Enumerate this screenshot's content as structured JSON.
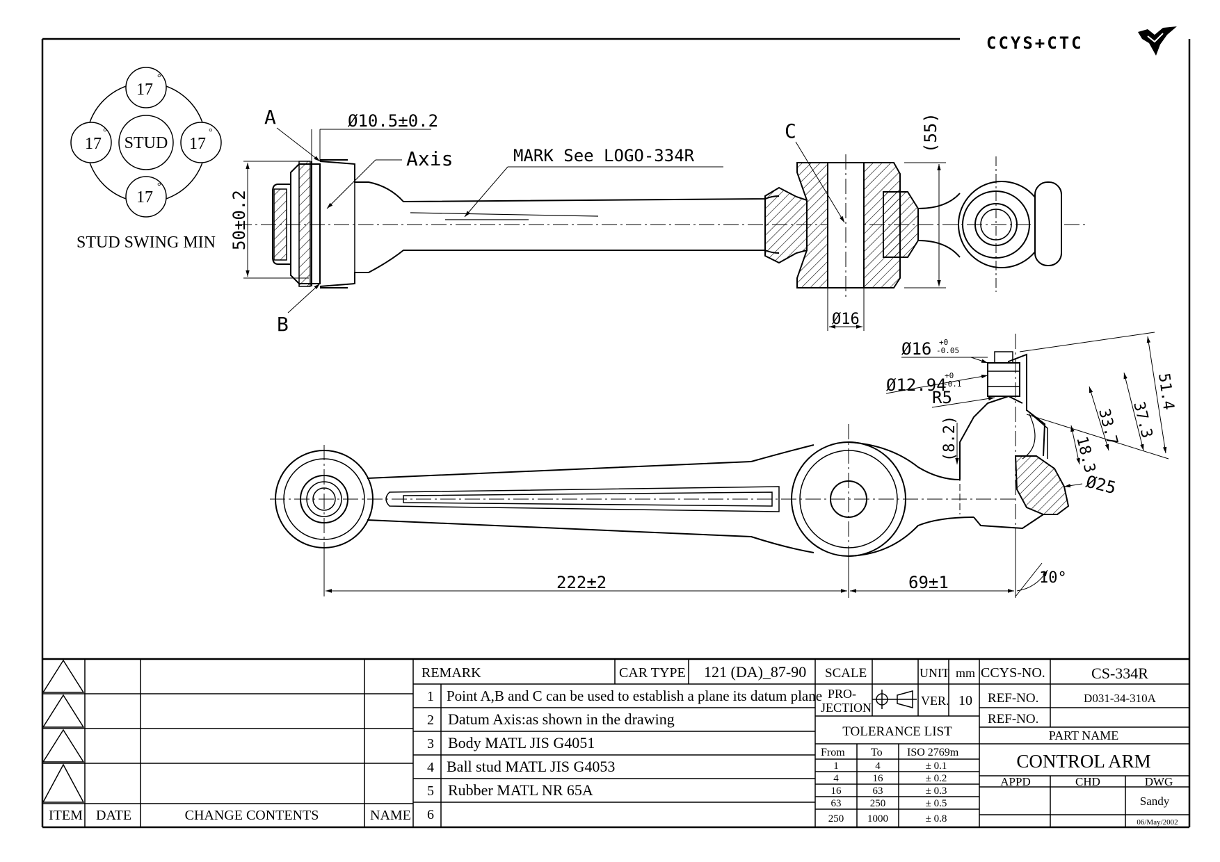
{
  "logo": {
    "text": "CCYS+CTC"
  },
  "stud_swing": {
    "center_label": "STUD",
    "angles": [
      "17",
      "17",
      "17",
      "17"
    ],
    "degree_mark": "°",
    "caption": "STUD SWING MIN"
  },
  "top_view": {
    "point_a": "A",
    "point_b": "B",
    "point_c": "C",
    "dim_hole": "Ø10.5±0.2",
    "axis_label": "Axis",
    "mark_label": "MARK See LOGO-334R",
    "dim_height": "50±0.2",
    "dim_55": "(55)",
    "dim_16": "Ø16"
  },
  "ball_joint": {
    "dim_16": "Ø16",
    "dim_16_tol_up": "+0",
    "dim_16_tol_dn": "-0.05",
    "dim_1294": "Ø12.94",
    "dim_1294_tol_up": "+0",
    "dim_1294_tol_dn": "-0.1",
    "r5": "R5",
    "dim_82": "(8.2)",
    "dim_514": "51.4",
    "dim_373": "37.3",
    "dim_337": "33.7",
    "dim_183": "18.3",
    "dim_25": "Ø25",
    "angle": "10°"
  },
  "bottom_view": {
    "dim_222": "222±2",
    "dim_69": "69±1"
  },
  "title_block": {
    "revisions": {
      "item": "ITEM",
      "date": "DATE",
      "change": "CHANGE CONTENTS",
      "name": "NAME"
    },
    "remark_label": "REMARK",
    "car_type_label": "CAR TYPE",
    "car_type_value": "121 (DA)_87-90",
    "remarks": [
      {
        "n": "1",
        "text": "Point A,B and C can be used to establish a plane its datum plane"
      },
      {
        "n": "2",
        "text": "Datum Axis:as shown in the drawing"
      },
      {
        "n": "3",
        "text": "Body MATL JIS G4051"
      },
      {
        "n": "4",
        "text": "Ball stud MATL JIS G4053"
      },
      {
        "n": "5",
        "text": "Rubber MATL NR 65A"
      },
      {
        "n": "6",
        "text": ""
      }
    ],
    "scale_label": "SCALE",
    "unit_label": "UNIT",
    "unit_value": "mm",
    "projection_label_1": "PRO-",
    "projection_label_2": "JECTION",
    "ver_label": "VER.",
    "ver_value": "10",
    "tolerance_title": "TOLERANCE LIST",
    "tolerance_headers": [
      "From",
      "To",
      "ISO 2769m"
    ],
    "tolerance_rows": [
      [
        "1",
        "4",
        "± 0.1"
      ],
      [
        "4",
        "16",
        "± 0.2"
      ],
      [
        "16",
        "63",
        "± 0.3"
      ],
      [
        "63",
        "250",
        "± 0.5"
      ],
      [
        "250",
        "1000",
        "± 0.8"
      ]
    ],
    "ccys_no_label": "CCYS-NO.",
    "ccys_no_value": "CS-334R",
    "ref_no_label": "REF-NO.",
    "ref_no_value": "D031-34-310A",
    "ref_no_label_2": "REF-NO.",
    "part_name_label": "PART NAME",
    "part_name_value": "CONTROL ARM",
    "appd_label": "APPD",
    "chd_label": "CHD",
    "dwg_label": "DWG",
    "drawn_by": "Sandy",
    "date": "06/May/2002"
  }
}
